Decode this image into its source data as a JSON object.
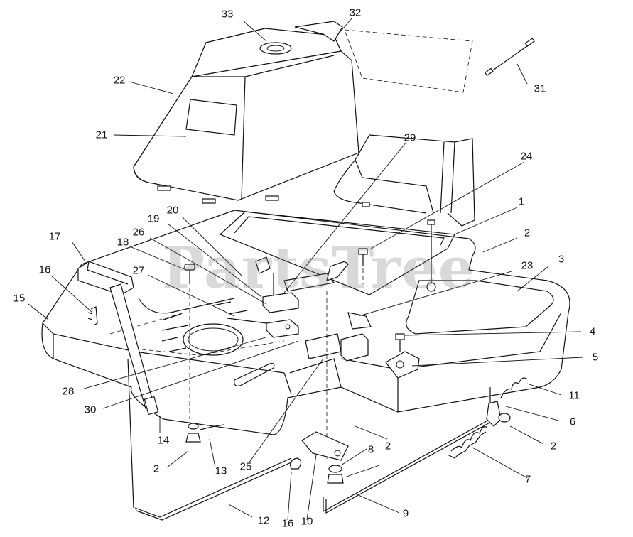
{
  "watermark": "PartsTree",
  "callouts": [
    {
      "id": "c33",
      "label": "33"
    },
    {
      "id": "c32",
      "label": "32"
    },
    {
      "id": "c22",
      "label": "22"
    },
    {
      "id": "c21",
      "label": "21"
    },
    {
      "id": "c31",
      "label": "31"
    },
    {
      "id": "c29",
      "label": "29"
    },
    {
      "id": "c24",
      "label": "24"
    },
    {
      "id": "c1",
      "label": "1"
    },
    {
      "id": "c20",
      "label": "20"
    },
    {
      "id": "c19",
      "label": "19"
    },
    {
      "id": "c26",
      "label": "26"
    },
    {
      "id": "c17",
      "label": "17"
    },
    {
      "id": "c18",
      "label": "18"
    },
    {
      "id": "c2a",
      "label": "2"
    },
    {
      "id": "c3",
      "label": "3"
    },
    {
      "id": "c16a",
      "label": "16"
    },
    {
      "id": "c27",
      "label": "27"
    },
    {
      "id": "c23",
      "label": "23"
    },
    {
      "id": "c15",
      "label": "15"
    },
    {
      "id": "c4",
      "label": "4"
    },
    {
      "id": "c5",
      "label": "5"
    },
    {
      "id": "c28",
      "label": "28"
    },
    {
      "id": "c11",
      "label": "11"
    },
    {
      "id": "c30",
      "label": "30"
    },
    {
      "id": "c6",
      "label": "6"
    },
    {
      "id": "c14",
      "label": "14"
    },
    {
      "id": "c2b",
      "label": "2"
    },
    {
      "id": "c8",
      "label": "8"
    },
    {
      "id": "c2c",
      "label": "2"
    },
    {
      "id": "c2d",
      "label": "2"
    },
    {
      "id": "c13",
      "label": "13"
    },
    {
      "id": "c25",
      "label": "25"
    },
    {
      "id": "c7",
      "label": "7"
    },
    {
      "id": "c9",
      "label": "9"
    },
    {
      "id": "c12",
      "label": "12"
    },
    {
      "id": "c16b",
      "label": "16"
    },
    {
      "id": "c10",
      "label": "10"
    }
  ]
}
